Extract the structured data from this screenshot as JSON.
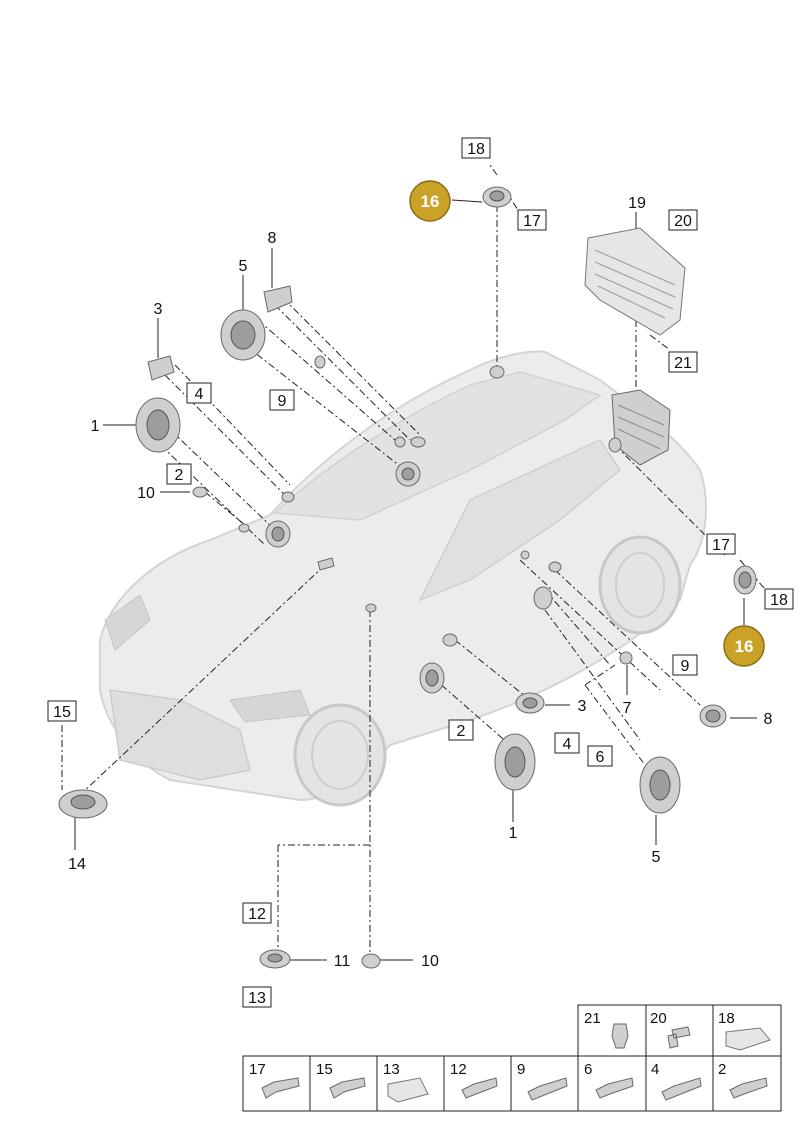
{
  "badge_color": "#c9a227",
  "callouts": {
    "c16_top": "16",
    "c18_top": "18",
    "c17_top": "17",
    "c19": "19",
    "c20": "20",
    "c21": "21",
    "c8_l": "8",
    "c5_l": "5",
    "c3_l": "3",
    "c4_l": "4",
    "c9_l": "9",
    "c1_l": "1",
    "c2_l": "2",
    "c10_l": "10",
    "c17_r": "17",
    "c18_r": "18",
    "c16_r": "16",
    "c9_r": "9",
    "c8_r": "8",
    "c7_r": "7",
    "c3_r": "3",
    "c4_r": "4",
    "c2_r": "2",
    "c6_r": "6",
    "c1_r": "1",
    "c5_r": "5",
    "c15": "15",
    "c14": "14",
    "c12": "12",
    "c11": "11",
    "c10_b": "10",
    "c13": "13"
  },
  "hardware_table": {
    "top_row": [
      "21",
      "20",
      "18"
    ],
    "bottom_row": [
      "17",
      "15",
      "13",
      "12",
      "9",
      "6",
      "4",
      "2"
    ]
  }
}
